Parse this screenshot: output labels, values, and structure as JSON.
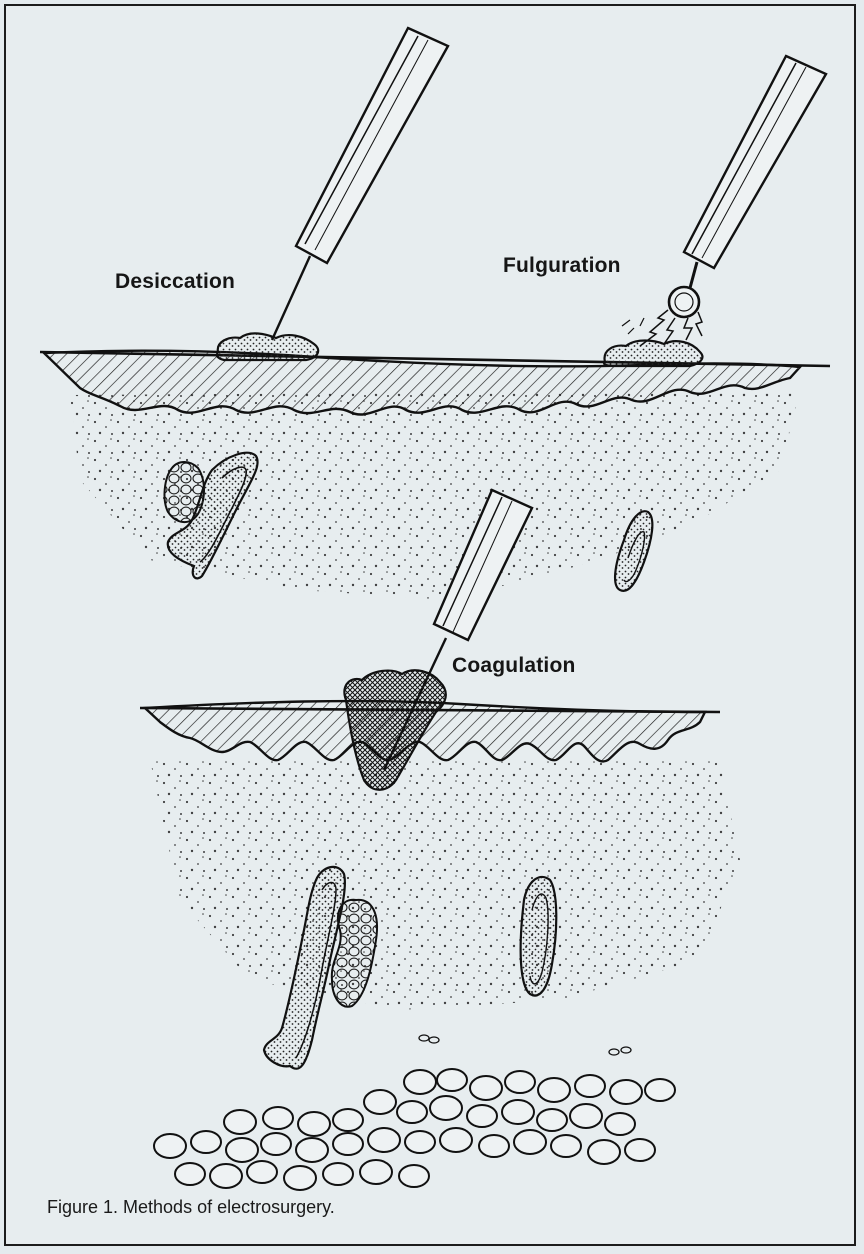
{
  "figure": {
    "labels": {
      "desiccation": "Desiccation",
      "fulguration": "Fulguration",
      "coagulation": "Coagulation"
    },
    "caption": "Figure 1. Methods of electrosurgery."
  },
  "colors": {
    "background": "#e7edef",
    "ink": "#161616"
  }
}
